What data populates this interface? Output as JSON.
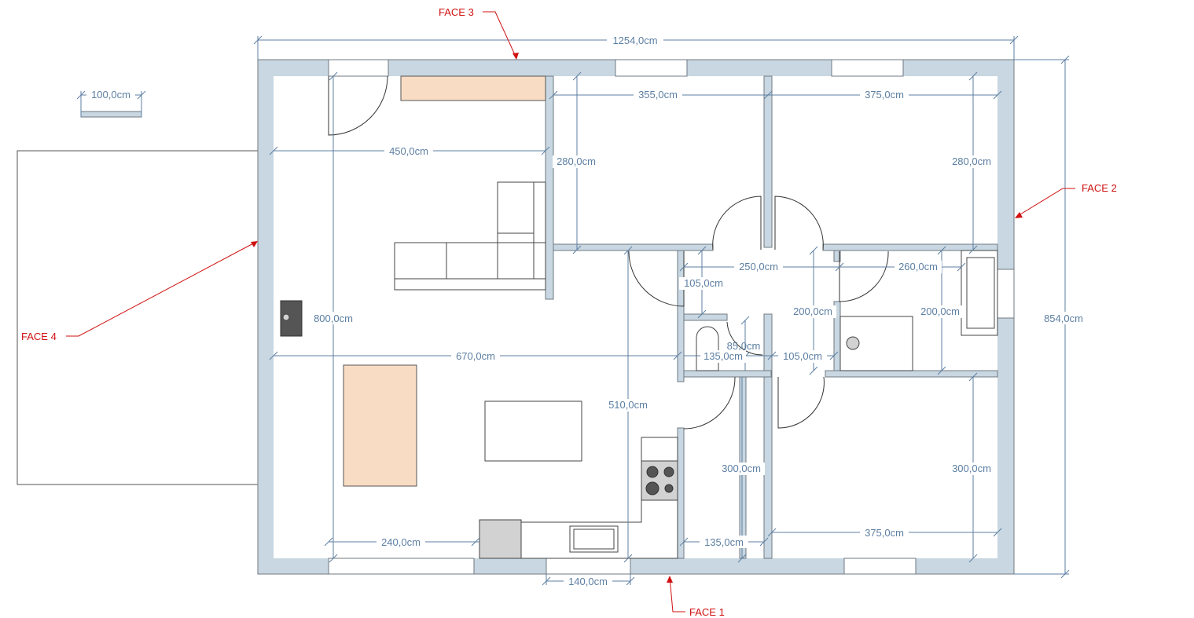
{
  "dimensions": {
    "scale_ref": "100,0cm",
    "overall_width": "1254,0cm",
    "overall_depth": "854,0cm",
    "bedroom_nw_width": "355,0cm",
    "bedroom_ne_width": "375,0cm",
    "bedroom_nw_depth": "280,0cm",
    "bedroom_ne_depth": "280,0cm",
    "living_width_upper": "450,0cm",
    "living_width_lower": "670,0cm",
    "living_depth": "800,0cm",
    "hall_width": "250,0cm",
    "bath_width": "260,0cm",
    "wc_depth": "105,0cm",
    "wc_door": "85,0cm",
    "wc_width": "135,0cm",
    "hall_depth_small": "105,0cm",
    "hall_depth": "200,0cm",
    "bath_depth": "200,0cm",
    "kitchen_depth": "510,0cm",
    "store_depth": "300,0cm",
    "bedroom_se_depth": "300,0cm",
    "kitchen_width": "240,0cm",
    "store_width": "135,0cm",
    "bedroom_se_width": "375,0cm",
    "window_width": "140,0cm"
  },
  "faces": {
    "face1": "FACE 1",
    "face2": "FACE 2",
    "face3": "FACE 3",
    "face4": "FACE 4"
  },
  "colors": {
    "wall": "#c8d7e1",
    "dimension": "#5d7fa3",
    "face_marker": "#d01010",
    "wood": "#f9dcc4"
  }
}
